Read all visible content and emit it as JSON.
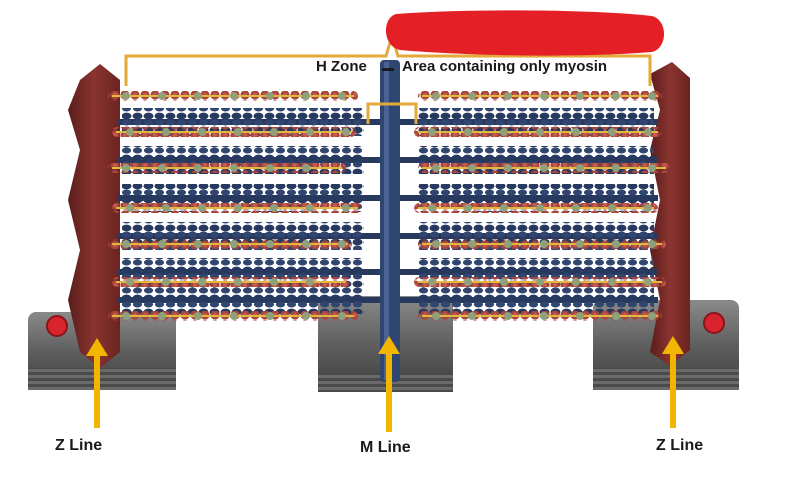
{
  "labels": {
    "h_zone": "H Zone",
    "h_zone_description": "Area containing only myosin",
    "z_line_left": "Z Line",
    "m_line": "M Line",
    "z_line_right": "Z Line"
  },
  "colors": {
    "actin": "#a8443a",
    "actin_core": "#e0b840",
    "troponin": "#8fa07a",
    "myosin": "#27395f",
    "z_disc": "#7a2a25",
    "m_line": "#2f4670",
    "base": "#5e5e5e",
    "arrow": "#f2b600",
    "bracket": "#e3a93a",
    "redaction": "#e41f26",
    "button": "#d8252d"
  },
  "icons": [
    "redaction-mark",
    "red-button-icon",
    "arrow-icon"
  ]
}
